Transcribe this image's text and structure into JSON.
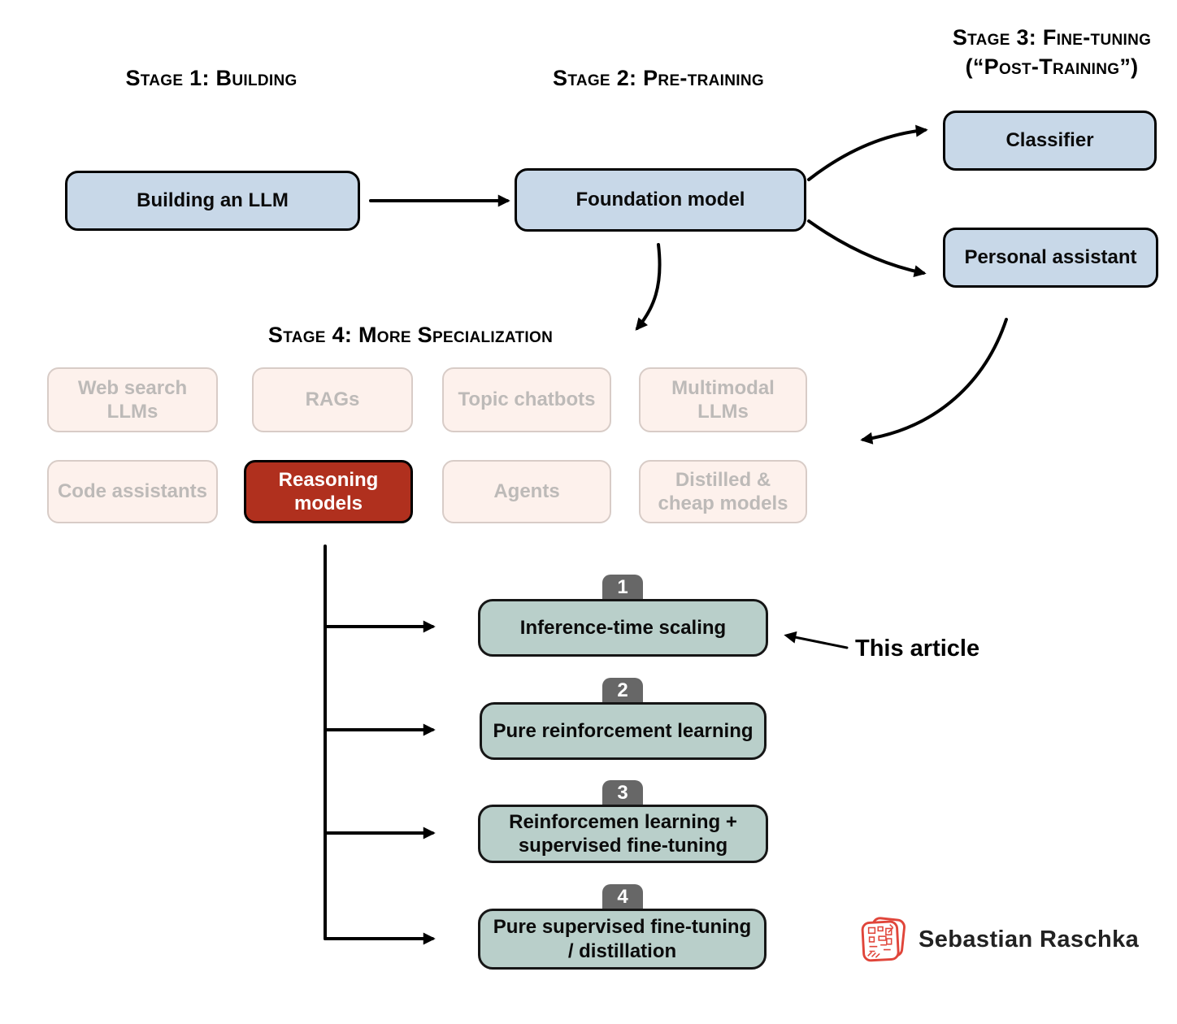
{
  "headings": {
    "stage1": "Stage 1: Building",
    "stage2": "Stage 2: Pre-training",
    "stage3": "Stage 3: Fine-tuning\n(“Post-Training”)",
    "stage4": "Stage 4: More Specialization"
  },
  "flow_boxes": {
    "building": "Building an LLM",
    "foundation": "Foundation model",
    "classifier": "Classifier",
    "personal_assistant": "Personal assistant"
  },
  "specializations": {
    "row1": [
      "Web search\nLLMs",
      "RAGs",
      "Topic chatbots",
      "Multimodal\nLLMs"
    ],
    "row2": [
      "Code assistants",
      "Reasoning\nmodels",
      "Agents",
      "Distilled &\ncheap models"
    ],
    "highlighted": "Reasoning models"
  },
  "methods": [
    {
      "number": "1",
      "label": "Inference-time scaling"
    },
    {
      "number": "2",
      "label": "Pure reinforcement learning"
    },
    {
      "number": "3",
      "label": "Reinforcemen learning +\nsupervised fine-tuning"
    },
    {
      "number": "4",
      "label": "Pure supervised fine-tuning\n/ distillation"
    }
  ],
  "annotations": {
    "this_article": "This article",
    "credit": "Sebastian Raschka"
  },
  "colors": {
    "flow_box_fill": "#c8d8e8",
    "faded_fill": "#fdf1ec",
    "faded_border": "#d8ccc7",
    "faded_text": "#bdbab8",
    "highlight_red": "#b0301e",
    "method_teal": "#b9cfca",
    "badge_gray": "#676767",
    "arrow_black": "#000000",
    "logo_red": "#e0453a"
  }
}
